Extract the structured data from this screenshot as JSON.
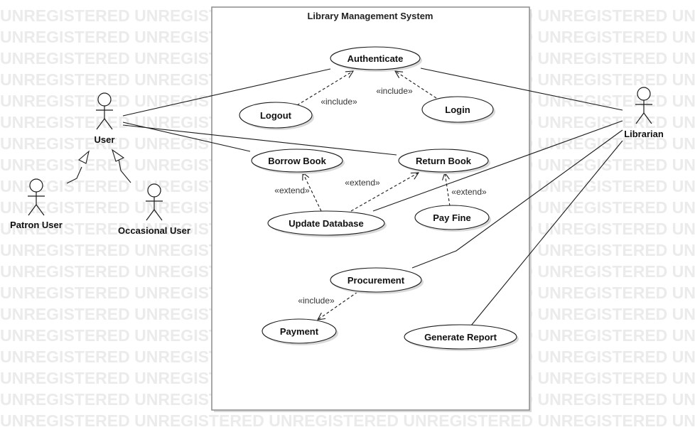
{
  "diagram": {
    "title": "Library Management System",
    "watermark_text": "UNREGISTERED",
    "colors": {
      "line": "#1a1a1a",
      "boundary": "#8c8c8c",
      "watermark": "#ebebeb",
      "shadow": "#d9d9d9"
    }
  },
  "actors": {
    "user": "User",
    "librarian": "Librarian",
    "patron": "Patron User",
    "occasional": "Occasional User"
  },
  "use_cases": {
    "authenticate": "Authenticate",
    "logout": "Logout",
    "login": "Login",
    "borrow_book": "Borrow Book",
    "return_book": "Return Book",
    "update_database": "Update Database",
    "pay_fine": "Pay Fine",
    "procurement": "Procurement",
    "payment": "Payment",
    "generate_report": "Generate Report"
  },
  "stereotypes": {
    "include_logout": "«include»",
    "include_login": "«include»",
    "extend_borrow": "«extend»",
    "extend_return": "«extend»",
    "extend_payfine": "«extend»",
    "include_payment": "«include»"
  }
}
